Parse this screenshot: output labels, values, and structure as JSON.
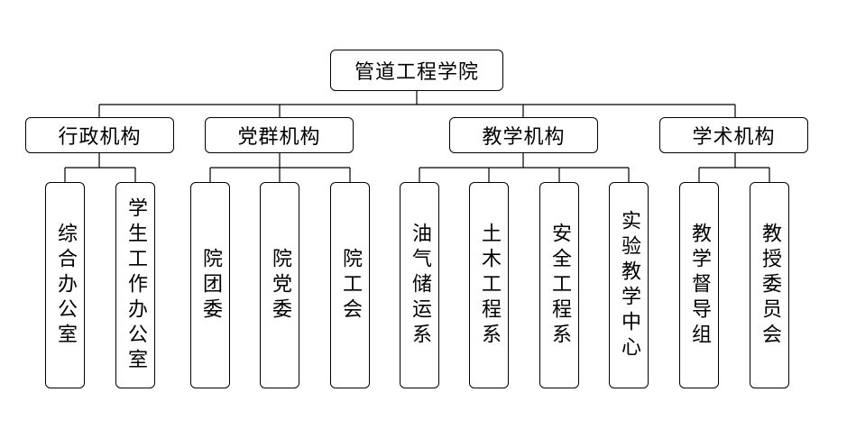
{
  "root": "管道工程学院",
  "groups": [
    {
      "label": "行政机构",
      "children": [
        "综合办公室",
        "学生工作办公室"
      ]
    },
    {
      "label": "党群机构",
      "children": [
        "院团委",
        "院党委",
        "院工会"
      ]
    },
    {
      "label": "教学机构",
      "children": [
        "油气储运系",
        "土木工程系",
        "安全工程系",
        "实验教学中心"
      ]
    },
    {
      "label": "学术机构",
      "children": [
        "教学督导组",
        "教授委员会"
      ]
    }
  ]
}
